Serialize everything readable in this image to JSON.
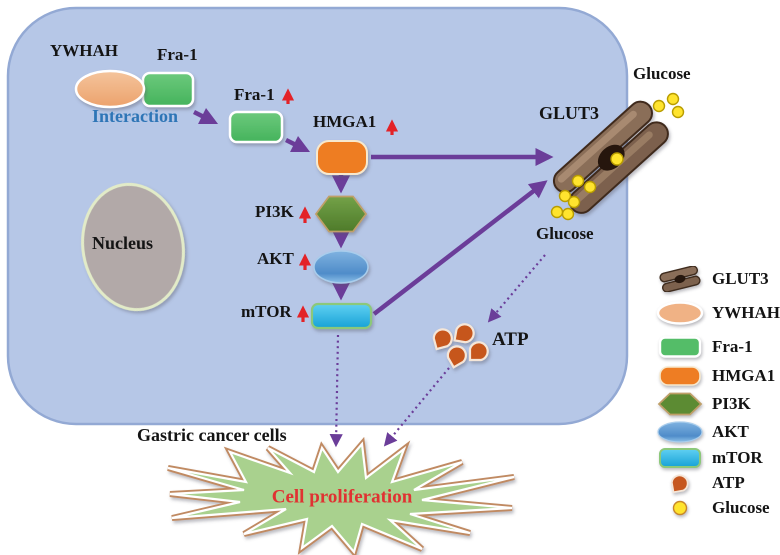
{
  "cell": {
    "label": "Gastric cancer cells",
    "nucleus_label": "Nucleus"
  },
  "pathway": {
    "ywhah_label": "YWHAH",
    "fra1_top_label": "Fra-1",
    "interaction_label": "Interaction",
    "fra1_upregulated_label": "Fra-1",
    "hmga1_label": "HMGA1",
    "pi3k_label": "PI3K",
    "akt_label": "AKT",
    "mtor_label": "mTOR",
    "glut3_label": "GLUT3",
    "glucose_outside_label": "Glucose",
    "glucose_inside_label": "Glucose",
    "atp_label": "ATP",
    "outcome_label": "Cell proliferation"
  },
  "legend": {
    "items": [
      {
        "label": "GLUT3",
        "icon": "glut3-icon"
      },
      {
        "label": "YWHAH",
        "icon": "ywhah-icon"
      },
      {
        "label": "Fra-1",
        "icon": "fra1-icon"
      },
      {
        "label": "HMGA1",
        "icon": "hmga1-icon"
      },
      {
        "label": "PI3K",
        "icon": "pi3k-icon"
      },
      {
        "label": "AKT",
        "icon": "akt-icon"
      },
      {
        "label": "mTOR",
        "icon": "mtor-icon"
      },
      {
        "label": "ATP",
        "icon": "atp-icon"
      },
      {
        "label": "Glucose",
        "icon": "glucose-icon"
      }
    ]
  },
  "colors": {
    "cell_fill": "#b6c7e7",
    "cell_border": "#93a9d4",
    "nucleus_fill": "#b2a9a8",
    "ywhah": "#f0b285",
    "fra1": "#54bd68",
    "hmga1": "#ee7d23",
    "pi3k": "#5c8b33",
    "akt": "#5591cd",
    "mtor": "#2ab5e3",
    "glut3": "#8a6e59",
    "atp": "#c6571f",
    "glucose": "#ffe42e",
    "arrow_purple": "#6b3d99",
    "upregulation_red": "#e32227",
    "interaction_text": "#2e75b6",
    "proliferation_text": "#e03232",
    "starburst_fill": "#a9d18e",
    "starburst_border": "#c08a62"
  }
}
